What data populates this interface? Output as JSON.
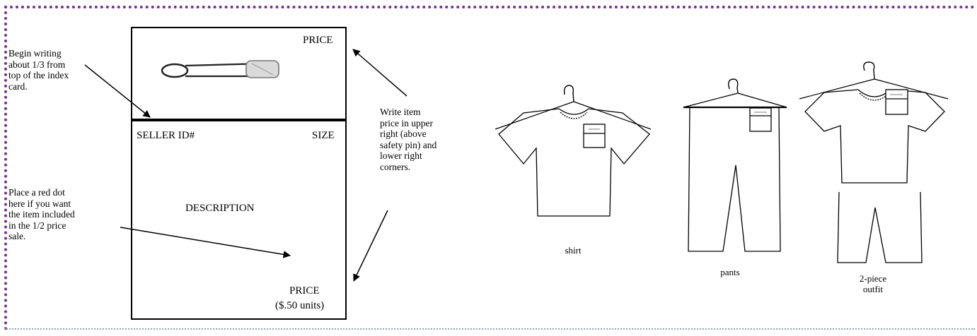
{
  "card": {
    "price_top": "PRICE",
    "seller_id": "SELLER ID#",
    "size": "SIZE",
    "description": "DESCRIPTION",
    "price_bottom": "PRICE",
    "price_units": "($.50 units)"
  },
  "notes": {
    "begin_writing": [
      "Begin writing",
      "about 1/3 from",
      "top of the index",
      "card."
    ],
    "red_dot": [
      "Place a red dot",
      "here if you want",
      "the item included",
      "in the 1/2 price",
      "sale."
    ],
    "write_price": [
      "Write item",
      "price in upper",
      "right (above",
      "safety pin) and",
      "lower right",
      "corners."
    ]
  },
  "garments": {
    "shirt": "shirt",
    "pants": "pants",
    "outfit": [
      "2-piece",
      "outfit"
    ]
  },
  "colors": {
    "border_top_left": "#7a2f8e",
    "border_bottom": "#8aa8a8"
  },
  "icons": [
    "safety-pin-icon",
    "hanger-icon",
    "price-tag-icon"
  ]
}
